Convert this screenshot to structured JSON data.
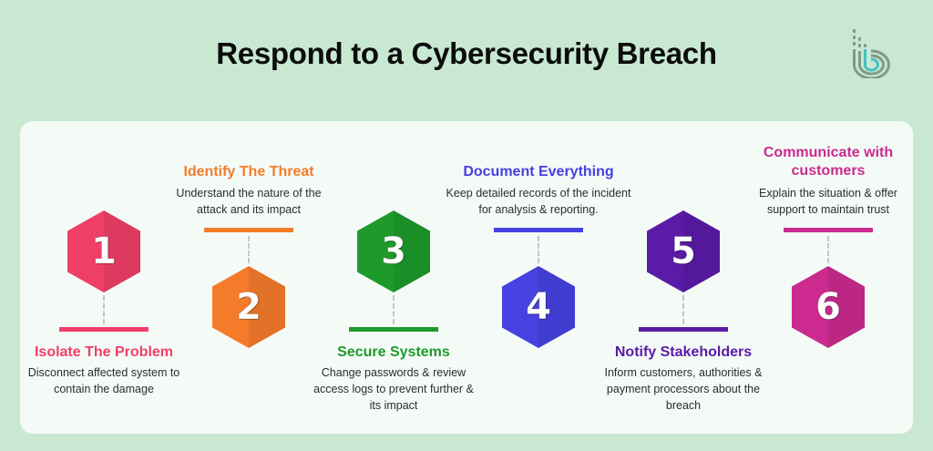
{
  "header": {
    "title": "Respond to a Cybersecurity Breach",
    "logo_icon": "brand-b-logo-icon"
  },
  "colors": {
    "background": "#c8e8d2",
    "card": "#f4fbf7",
    "step1": "#ef3f67",
    "step2": "#f47b2a",
    "step3": "#1e9a2a",
    "step4": "#4641e0",
    "step5": "#5b1aa8",
    "step6": "#cc2a8f"
  },
  "steps": [
    {
      "number": "1",
      "title": "Isolate The Problem",
      "description": "Disconnect affected system to contain the damage",
      "position": "bottom-text"
    },
    {
      "number": "2",
      "title": "Identify The Threat",
      "description": "Understand the nature of the attack and its impact",
      "position": "top-text"
    },
    {
      "number": "3",
      "title": "Secure Systems",
      "description": "Change passwords & review access logs to prevent further & its impact",
      "position": "bottom-text"
    },
    {
      "number": "4",
      "title": "Document Everything",
      "description": "Keep detailed records of the incident for analysis & reporting.",
      "position": "top-text"
    },
    {
      "number": "5",
      "title": "Notify Stakeholders",
      "description": "Inform customers, authorities & payment processors about the breach",
      "position": "bottom-text"
    },
    {
      "number": "6",
      "title": "Communicate with customers",
      "description": "Explain the situation & offer support to maintain trust",
      "position": "top-text"
    }
  ]
}
